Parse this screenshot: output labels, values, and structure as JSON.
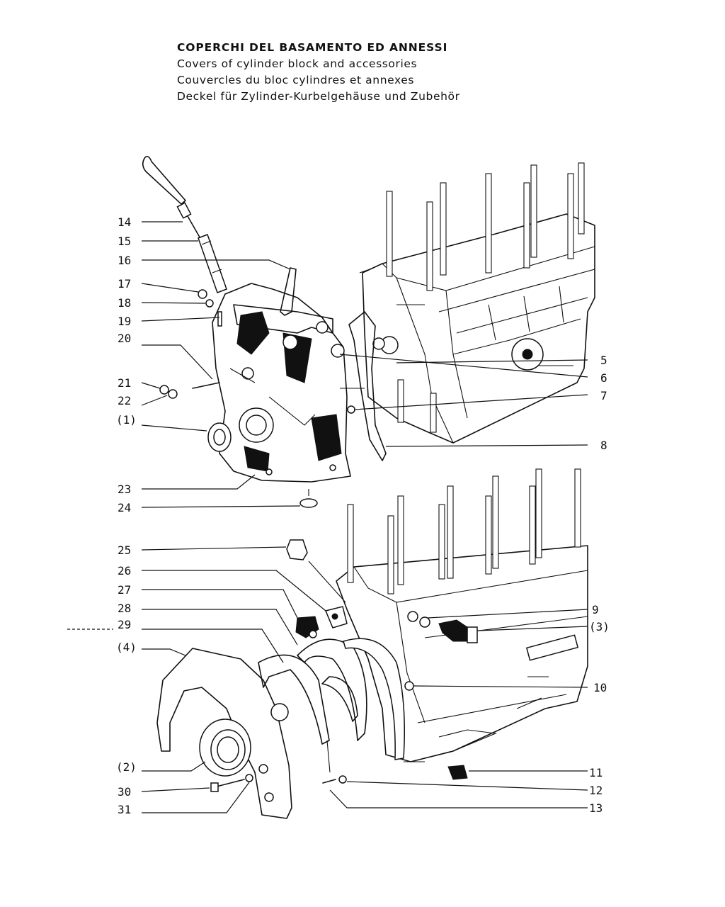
{
  "header": {
    "titles": [
      "COPERCHI DEL BASAMENTO ED ANNESSI",
      "Covers of cylinder block and accessories",
      "Couvercles du bloc cylindres et annexes",
      "Deckel für Zylinder-Kurbelgehäuse und Zubehör"
    ]
  },
  "callouts": {
    "left": [
      "14",
      "15",
      "16",
      "17",
      "18",
      "19",
      "20",
      "21",
      "22",
      "(1)",
      "23",
      "24",
      "25",
      "26",
      "27",
      "28",
      "29",
      "(4)",
      "(2)",
      "30",
      "31"
    ],
    "right": [
      "5",
      "6",
      "7",
      "8",
      "9",
      "(3)",
      "10",
      "11",
      "12",
      "13"
    ]
  }
}
